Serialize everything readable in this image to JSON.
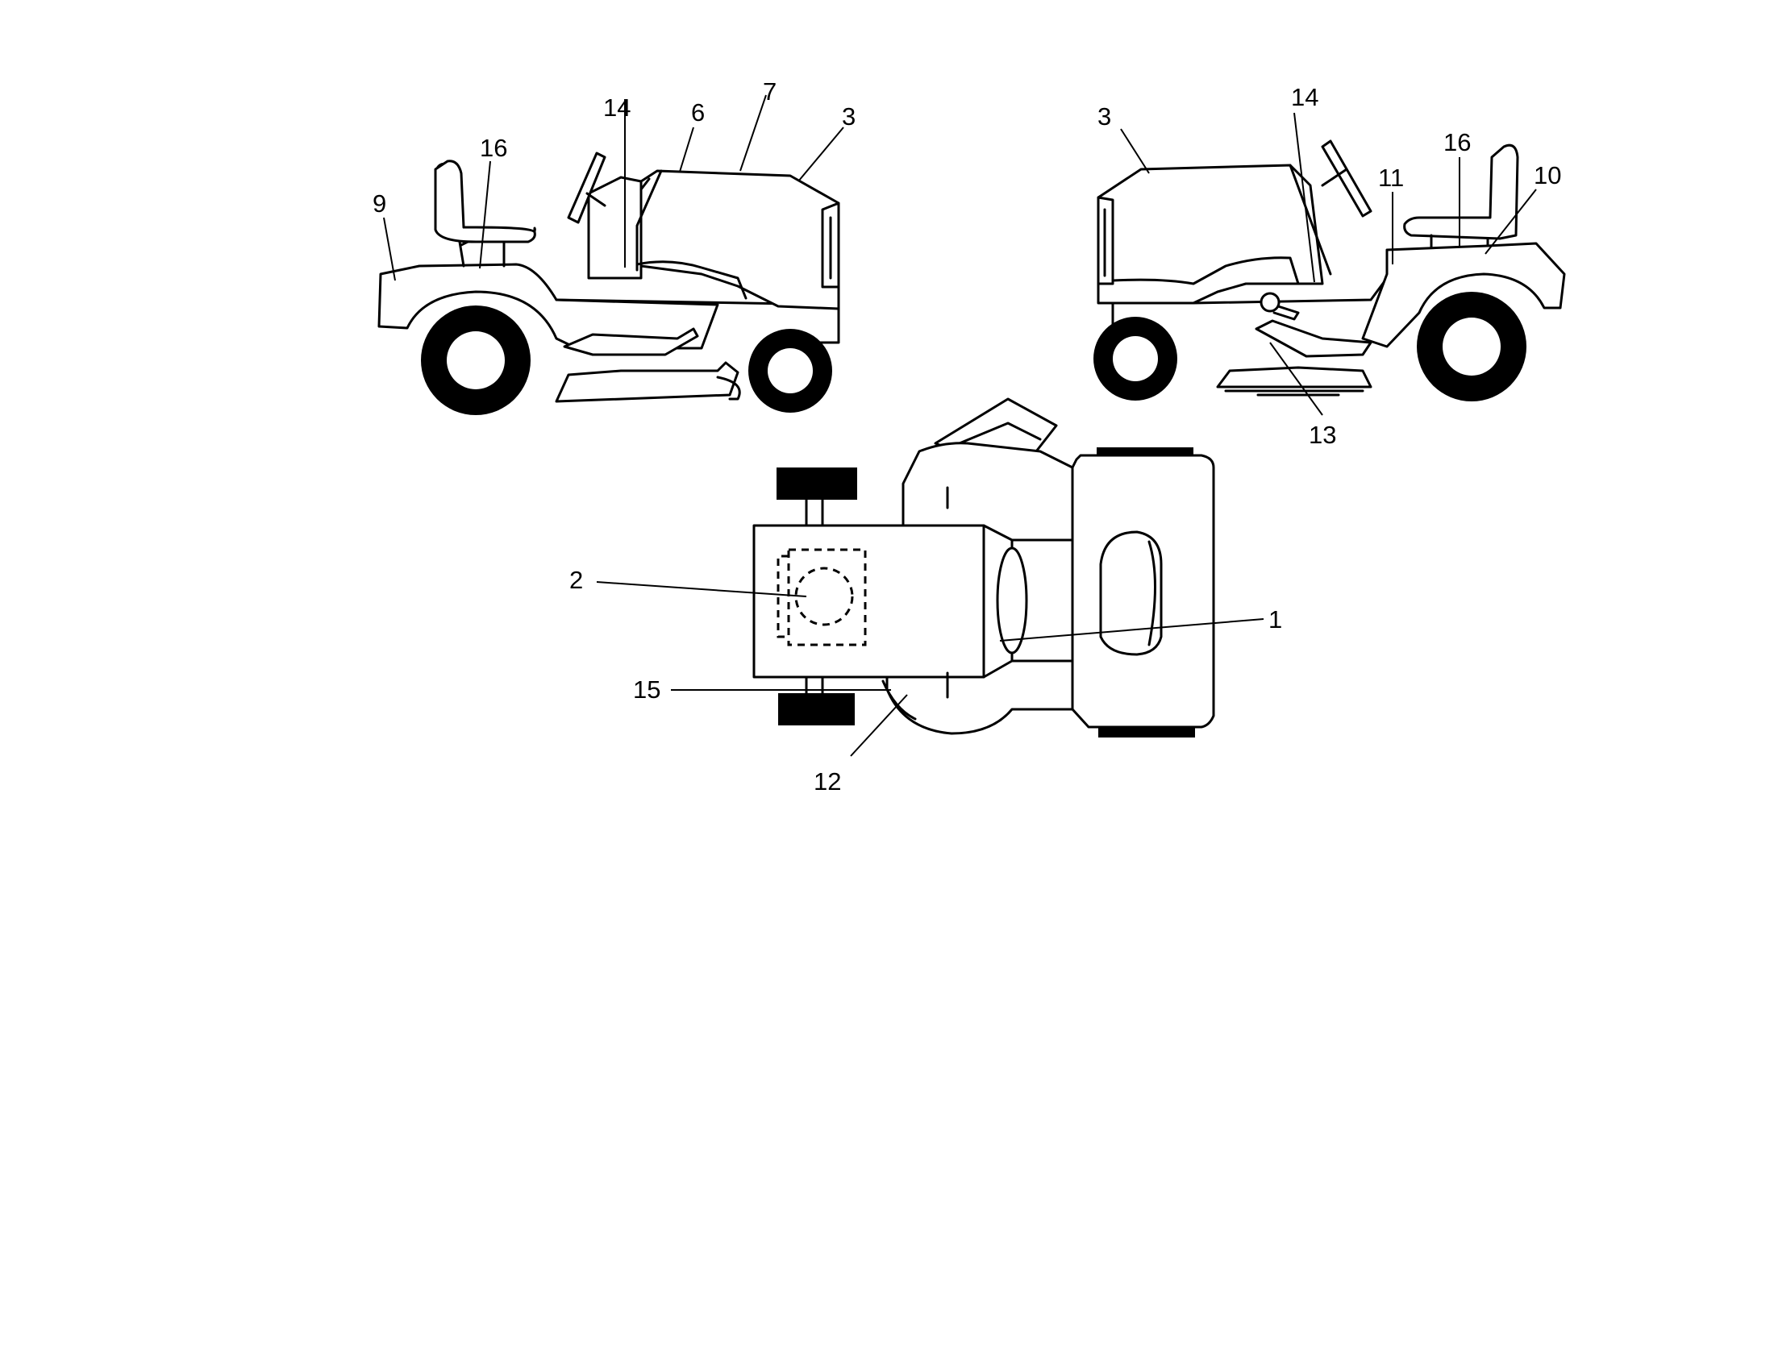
{
  "colors": {
    "line": "#000000",
    "background": "#ffffff"
  },
  "views": {
    "left_side": {
      "callouts": [
        "9",
        "16",
        "14",
        "6",
        "7",
        "3"
      ]
    },
    "right_side": {
      "callouts": [
        "3",
        "14",
        "11",
        "16",
        "10",
        "13"
      ]
    },
    "top": {
      "callouts": [
        "2",
        "15",
        "12",
        "1"
      ]
    }
  }
}
